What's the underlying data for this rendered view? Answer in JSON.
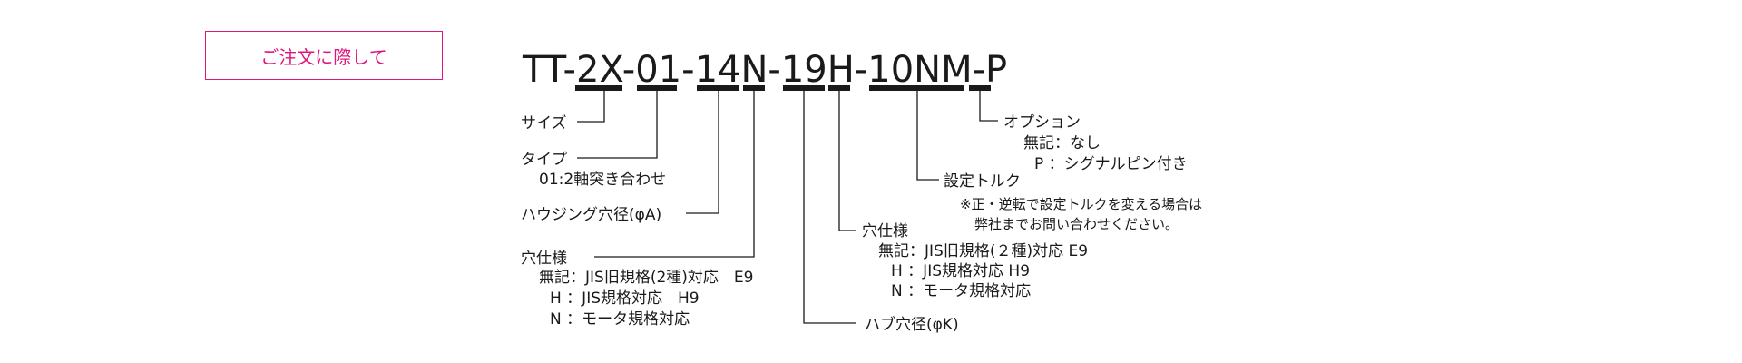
{
  "order_box": {
    "label": "ご注文に際して"
  },
  "code": {
    "c0": "TT-",
    "c1": "2X",
    "c2": "-",
    "c3": "01",
    "c4": "-",
    "c5": "14",
    "c6": "N",
    "c7": "-",
    "c8": "19",
    "c9": "H",
    "c10": "-",
    "c11": "10NM",
    "c12": "-",
    "c13": "P"
  },
  "labels": {
    "size": "サイズ",
    "type_title": "タイプ",
    "type_detail": "01:2軸突き合わせ",
    "housing": "ハウジング穴径(φA)",
    "hole_title": "穴仕様",
    "hole_1": "無記：JIS旧規格(2種)対応　E9",
    "hole_2": "H  ：JIS規格対応　H9",
    "hole_3": "N  ：モータ規格対応",
    "hub": "ハブ穴径(φK)",
    "hole2_title": "穴仕様",
    "hole2_1": "無記：JIS旧規格(２種)対応 E9",
    "hole2_2": "H  ：JIS規格対応 H9",
    "hole2_3": "N  ：モータ規格対応",
    "torque": "設定トルク",
    "note_1": "※正・逆転で設定トルクを変える場合は",
    "note_2": "弊社までお問い合わせください。",
    "option_title": "オプション",
    "option_1": "無記：なし",
    "option_2": "P  ：シグナルピン付き"
  }
}
